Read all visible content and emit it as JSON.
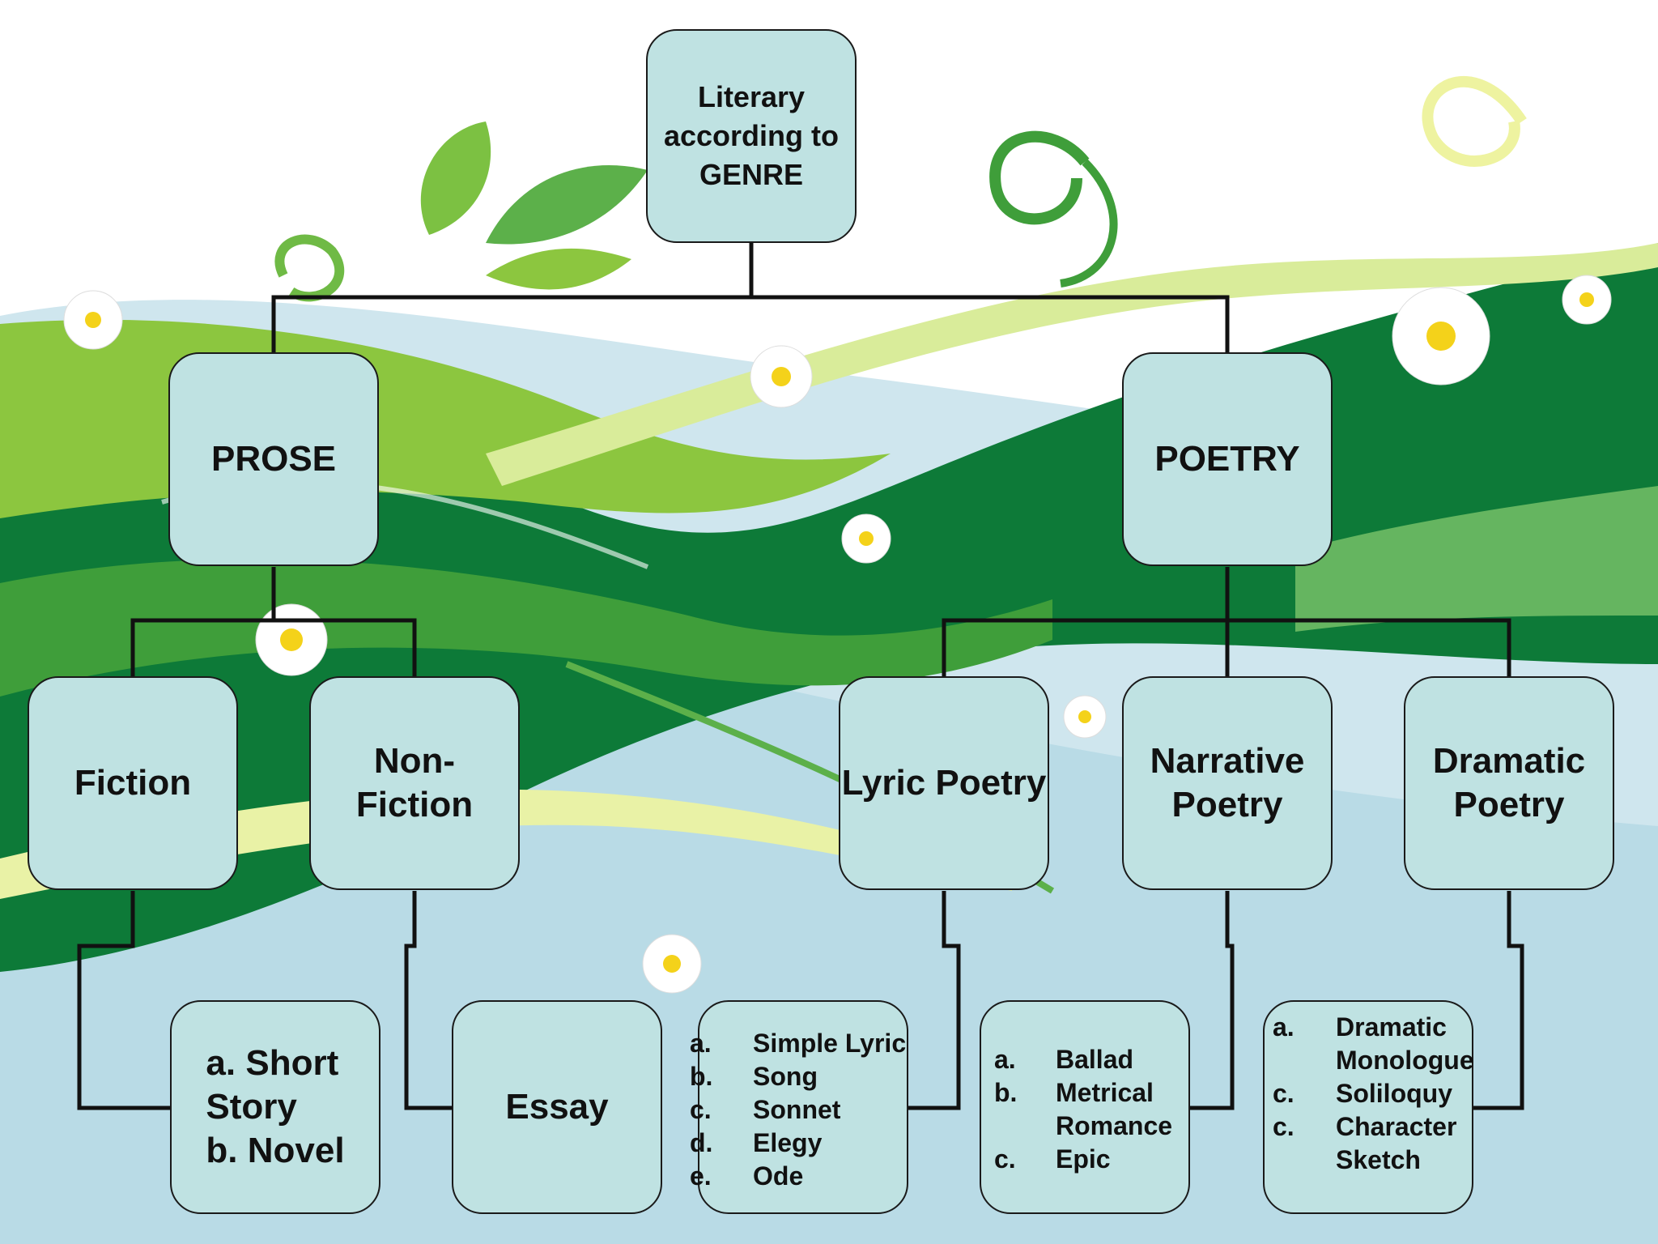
{
  "colors": {
    "box_fill": "#bfe2e2",
    "box_border": "#1a1a1a",
    "connector": "#111111",
    "dark_green": "#0d7a38",
    "mid_green": "#3f9e3a",
    "light_green": "#8cc63f",
    "pale_yellow": "#e9f2a6",
    "light_blue": "#b9dbe6"
  },
  "root": {
    "label": "Literary\naccording to\nGENRE"
  },
  "prose": {
    "label": "PROSE",
    "fiction": {
      "label": "Fiction",
      "items": "a. Short\n    Story\nb. Novel"
    },
    "nonfiction": {
      "label": "Non-\nFiction",
      "items": "Essay"
    }
  },
  "poetry": {
    "label": "POETRY",
    "lyric": {
      "label": "Lyric Poetry",
      "items": [
        {
          "marker": "a.",
          "text": "Simple Lyric"
        },
        {
          "marker": "b.",
          "text": "Song"
        },
        {
          "marker": "c.",
          "text": "Sonnet"
        },
        {
          "marker": "d.",
          "text": "Elegy"
        },
        {
          "marker": "e.",
          "text": "Ode"
        }
      ]
    },
    "narrative": {
      "label": "Narrative\nPoetry",
      "items": [
        {
          "marker": "a.",
          "text": "Ballad"
        },
        {
          "marker": "b.",
          "text": "Metrical"
        },
        {
          "marker": "",
          "text": "Romance"
        },
        {
          "marker": "c.",
          "text": "Epic"
        }
      ]
    },
    "dramatic": {
      "label": "Dramatic\nPoetry",
      "items": [
        {
          "marker": "a.",
          "text": "Dramatic"
        },
        {
          "marker": "",
          "text": "Monologue"
        },
        {
          "marker": "c.",
          "text": "Soliloquy"
        },
        {
          "marker": "c.",
          "text": "Character"
        },
        {
          "marker": "",
          "text": "Sketch"
        }
      ]
    }
  }
}
